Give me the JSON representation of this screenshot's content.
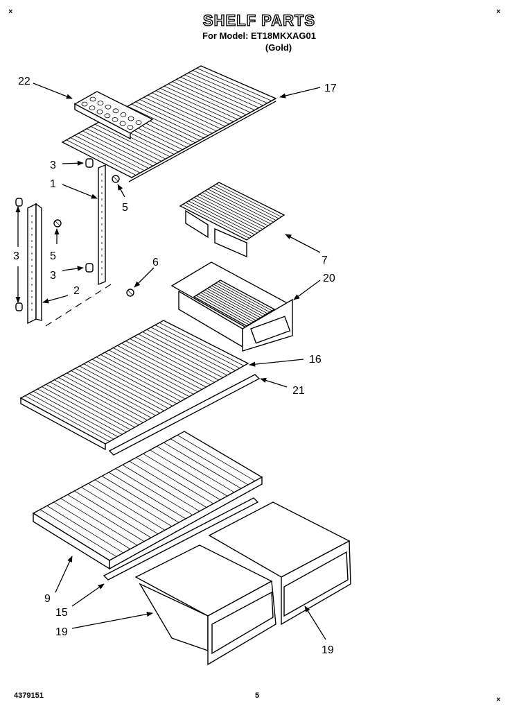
{
  "header": {
    "title": "SHELF PARTS",
    "model_line": "For Model: ET18MKXAG01",
    "color_line": "(Gold)"
  },
  "callouts": {
    "c22": "22",
    "c17": "17",
    "c3a": "3",
    "c1": "1",
    "c5a": "5",
    "c3b": "3",
    "c5b": "5",
    "c3c": "3",
    "c6": "6",
    "c2": "2",
    "c7": "7",
    "c20": "20",
    "c16": "16",
    "c21": "21",
    "c9": "9",
    "c15": "15",
    "c19a": "19",
    "c19b": "19"
  },
  "footer": {
    "doc_number": "4379151",
    "page_number": "5"
  }
}
